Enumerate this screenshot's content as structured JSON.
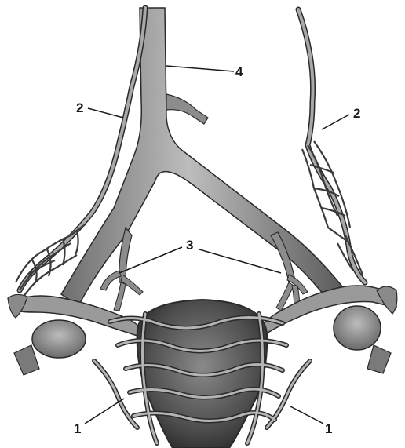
{
  "figure": {
    "callouts": [
      {
        "id": "label-1-left",
        "text": "1"
      },
      {
        "id": "label-1-right",
        "text": "1"
      },
      {
        "id": "label-2-left",
        "text": "2"
      },
      {
        "id": "label-2-right",
        "text": "2"
      },
      {
        "id": "label-3",
        "text": "3"
      },
      {
        "id": "label-4",
        "text": "4"
      }
    ],
    "colors": {
      "background": "#ffffff",
      "vessel_fill": "#8c8c8c",
      "vessel_dark": "#4a4a4a",
      "vessel_light": "#c4c4c4",
      "plexus_fill": "#a8a8a8",
      "outline": "#2a2a2a"
    }
  }
}
